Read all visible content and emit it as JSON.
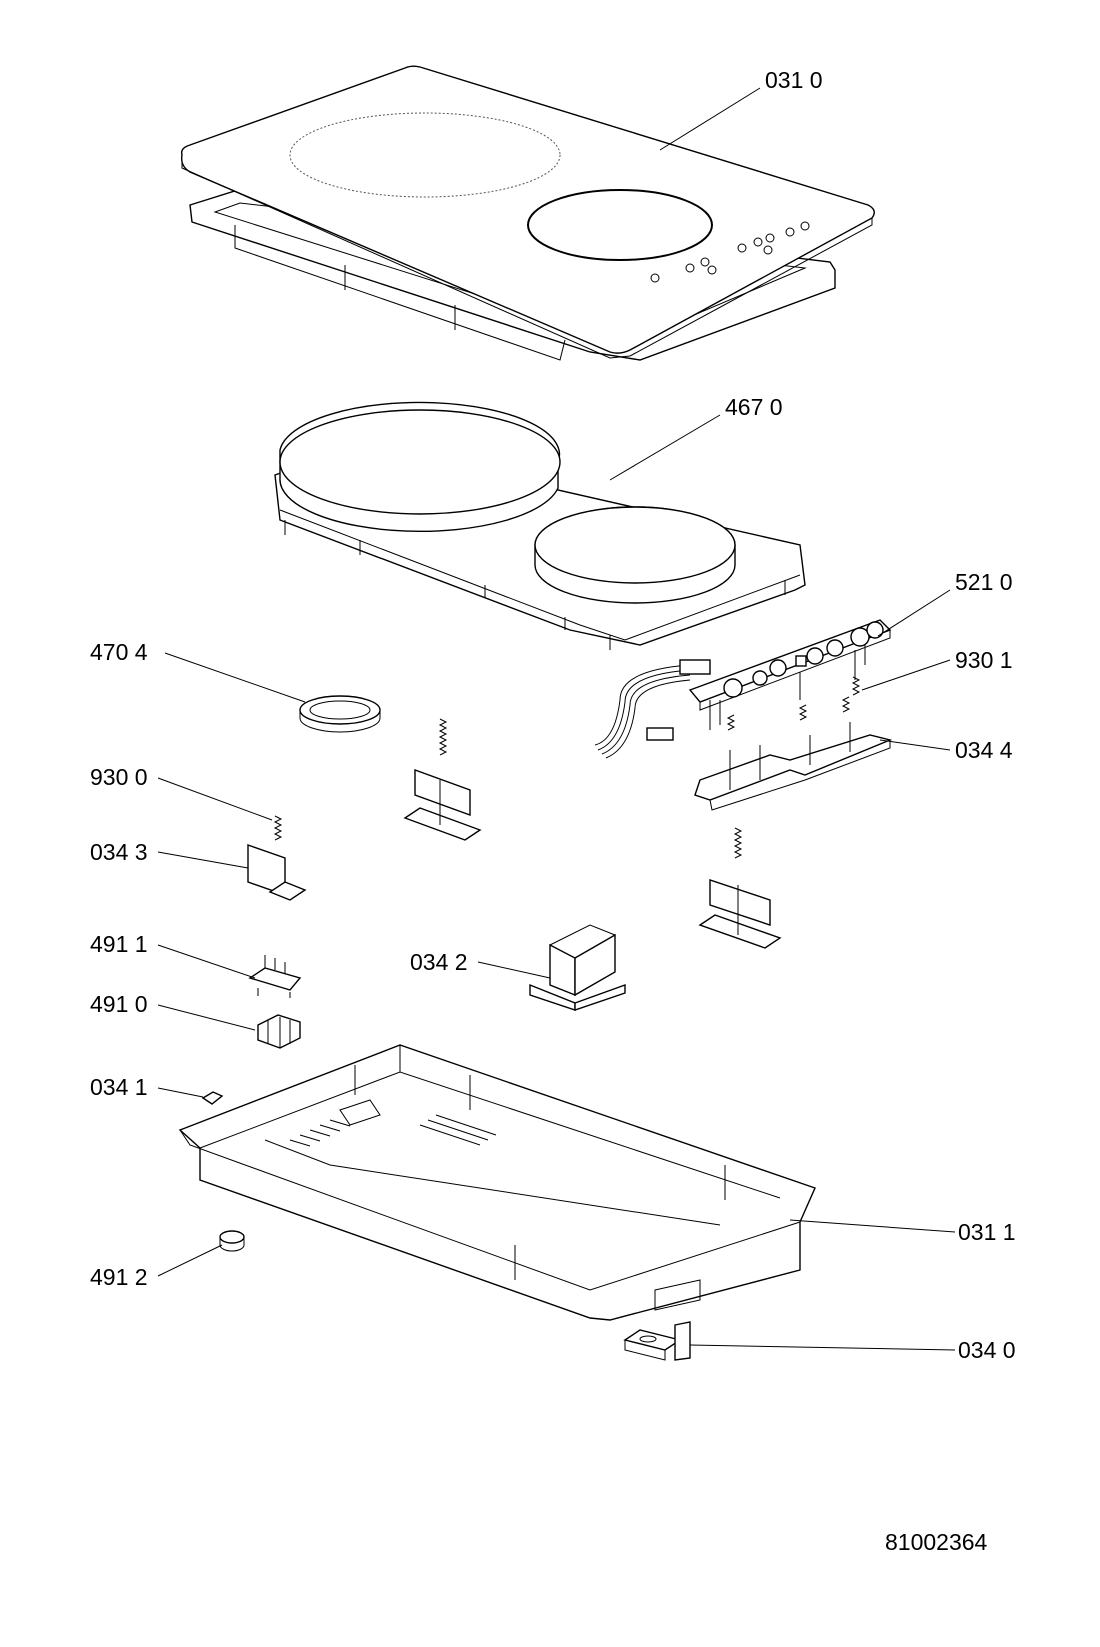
{
  "diagram": {
    "doc_number": "81002364",
    "callouts": [
      {
        "id": "glass-top",
        "label": "031 0"
      },
      {
        "id": "hob-element",
        "label": "467 0"
      },
      {
        "id": "control-board",
        "label": "521 0"
      },
      {
        "id": "spring-right",
        "label": "930 1"
      },
      {
        "id": "board-bracket",
        "label": "034 4"
      },
      {
        "id": "sealing-ring",
        "label": "470 4"
      },
      {
        "id": "spring-left",
        "label": "930 0"
      },
      {
        "id": "bracket-left",
        "label": "034 3"
      },
      {
        "id": "terminal-holder",
        "label": "491 1"
      },
      {
        "id": "terminal-block",
        "label": "491 0"
      },
      {
        "id": "bracket-center",
        "label": "034 2"
      },
      {
        "id": "clip",
        "label": "034 1"
      },
      {
        "id": "bottom-tray",
        "label": "031 1"
      },
      {
        "id": "foot",
        "label": "491 2"
      },
      {
        "id": "fixing-bracket",
        "label": "034 0"
      }
    ]
  }
}
